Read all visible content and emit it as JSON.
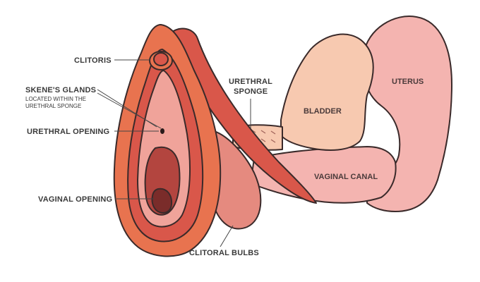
{
  "labels": {
    "clitoris": "CLITORIS",
    "skenes_glands": "SKENE'S GLANDS",
    "skenes_note_line1": "LOCATED WITHIN THE",
    "skenes_note_line2": "URETHRAL SPONGE",
    "urethral_opening": "URETHRAL OPENING",
    "vaginal_opening": "VAGINAL OPENING",
    "urethral_sponge_line1": "URETHRAL",
    "urethral_sponge_line2": "SPONGE",
    "bladder": "BLADDER",
    "uterus": "UTERUS",
    "vaginal_canal": "VAGINAL CANAL",
    "clitoral_bulbs": "CLITORAL BULBS"
  },
  "colors": {
    "outer_labia": "#e8734f",
    "inner_labia": "#d9574a",
    "vestibule": "#f0a39a",
    "vaginal_opening": "#b3453f",
    "deep_opening": "#7a2c2a",
    "bladder": "#f7c9b0",
    "uterus": "#f4b4b0",
    "vaginal_canal": "#f4b4b0",
    "bulb": "#e58a7f",
    "clitoris_body": "#d9574a"
  }
}
